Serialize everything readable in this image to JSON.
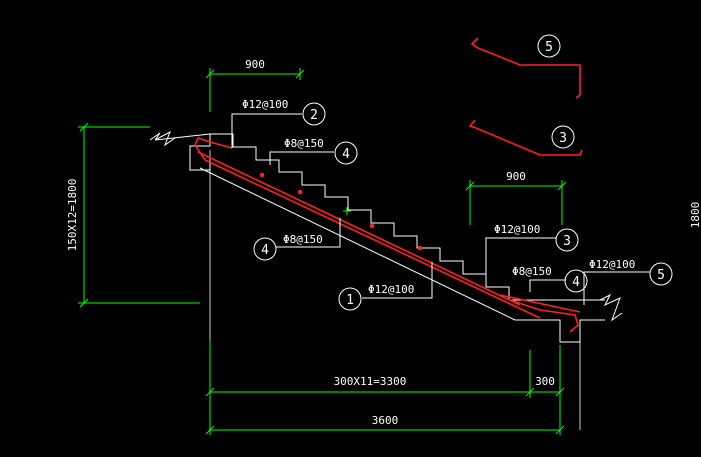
{
  "colors": {
    "background": "#000000",
    "outline": "#ffffff",
    "rebar": "#ff2020",
    "dimension": "#00ff00",
    "text": "#ffffff",
    "marker": "#00ff00"
  },
  "dimensions": {
    "top_landing": "900",
    "right_landing": "900",
    "vertical": "150X12=1800",
    "steps": "300X11=3300",
    "end": "300",
    "total": "3600",
    "right_edge_partial": "1800"
  },
  "labels": {
    "top_bar": "Φ12@100",
    "dist_top": "Φ8@150",
    "dist_left": "Φ8@150",
    "main_bottom": "Φ12@100",
    "bar3": "Φ12@100",
    "dist_right": "Φ8@150",
    "bar5": "Φ12@100"
  },
  "markers": {
    "m1": "1",
    "m2": "2",
    "m3": "3",
    "m4a": "4",
    "m4b": "4",
    "m4c": "4",
    "m5": "5",
    "detail3": "3",
    "detail5": "5"
  }
}
